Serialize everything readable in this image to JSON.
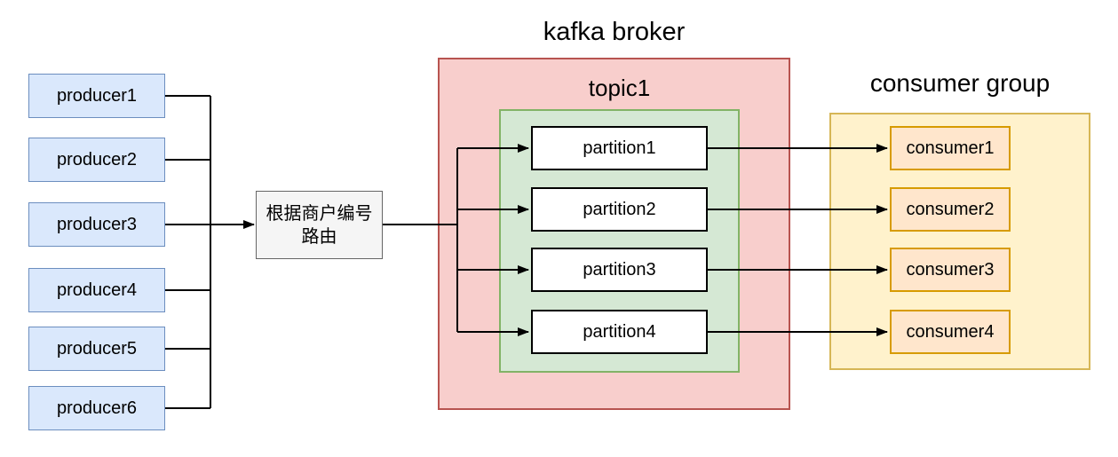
{
  "producers": [
    {
      "label": "producer1"
    },
    {
      "label": "producer2"
    },
    {
      "label": "producer3"
    },
    {
      "label": "producer4"
    },
    {
      "label": "producer5"
    },
    {
      "label": "producer6"
    }
  ],
  "router": {
    "line1": "根据商户编号",
    "line2": "路由"
  },
  "broker": {
    "title": "kafka broker"
  },
  "topic": {
    "title": "topic1",
    "partitions": [
      {
        "label": "partition1"
      },
      {
        "label": "partition2"
      },
      {
        "label": "partition3"
      },
      {
        "label": "partition4"
      }
    ]
  },
  "consumer_group": {
    "title": "consumer group",
    "consumers": [
      {
        "label": "consumer1"
      },
      {
        "label": "consumer2"
      },
      {
        "label": "consumer3"
      },
      {
        "label": "consumer4"
      }
    ]
  },
  "colors": {
    "producer_fill": "#dae8fc",
    "producer_border": "#6c8ebf",
    "router_fill": "#f5f5f5",
    "router_border": "#666666",
    "broker_fill": "#f8cecc",
    "broker_border": "#b85450",
    "topic_fill": "#d5e8d4",
    "topic_border": "#82b366",
    "partition_fill": "#ffffff",
    "partition_border": "#000000",
    "consumer_group_fill": "#fff2cc",
    "consumer_group_border": "#d6b656",
    "consumer_fill": "#ffe6cc",
    "consumer_border": "#d79b00",
    "connector": "#000000",
    "text": "#000000"
  }
}
